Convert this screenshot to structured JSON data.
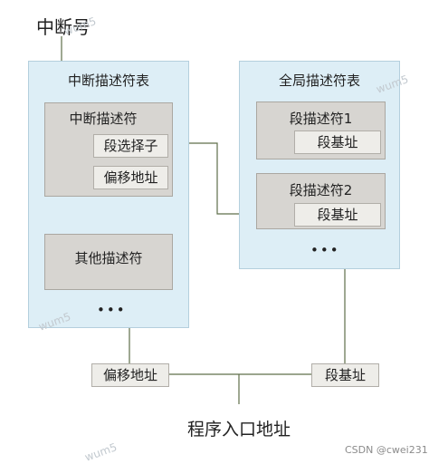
{
  "interrupt_number": "中断号",
  "idt": {
    "title": "中断描述符表",
    "descriptor": {
      "title": "中断描述符",
      "selector": "段选择子",
      "offset": "偏移地址"
    },
    "other": "其他描述符",
    "ellipsis": "•••"
  },
  "gdt": {
    "title": "全局描述符表",
    "desc1": {
      "title": "段描述符1",
      "base": "段基址"
    },
    "desc2": {
      "title": "段描述符2",
      "base": "段基址"
    },
    "ellipsis": "•••"
  },
  "bottom": {
    "offset": "偏移地址",
    "base": "段基址",
    "entry": "程序入口地址"
  },
  "watermarks": [
    "wum5",
    "wum5",
    "wum5",
    "wum5"
  ],
  "credit": "CSDN @cwei231"
}
